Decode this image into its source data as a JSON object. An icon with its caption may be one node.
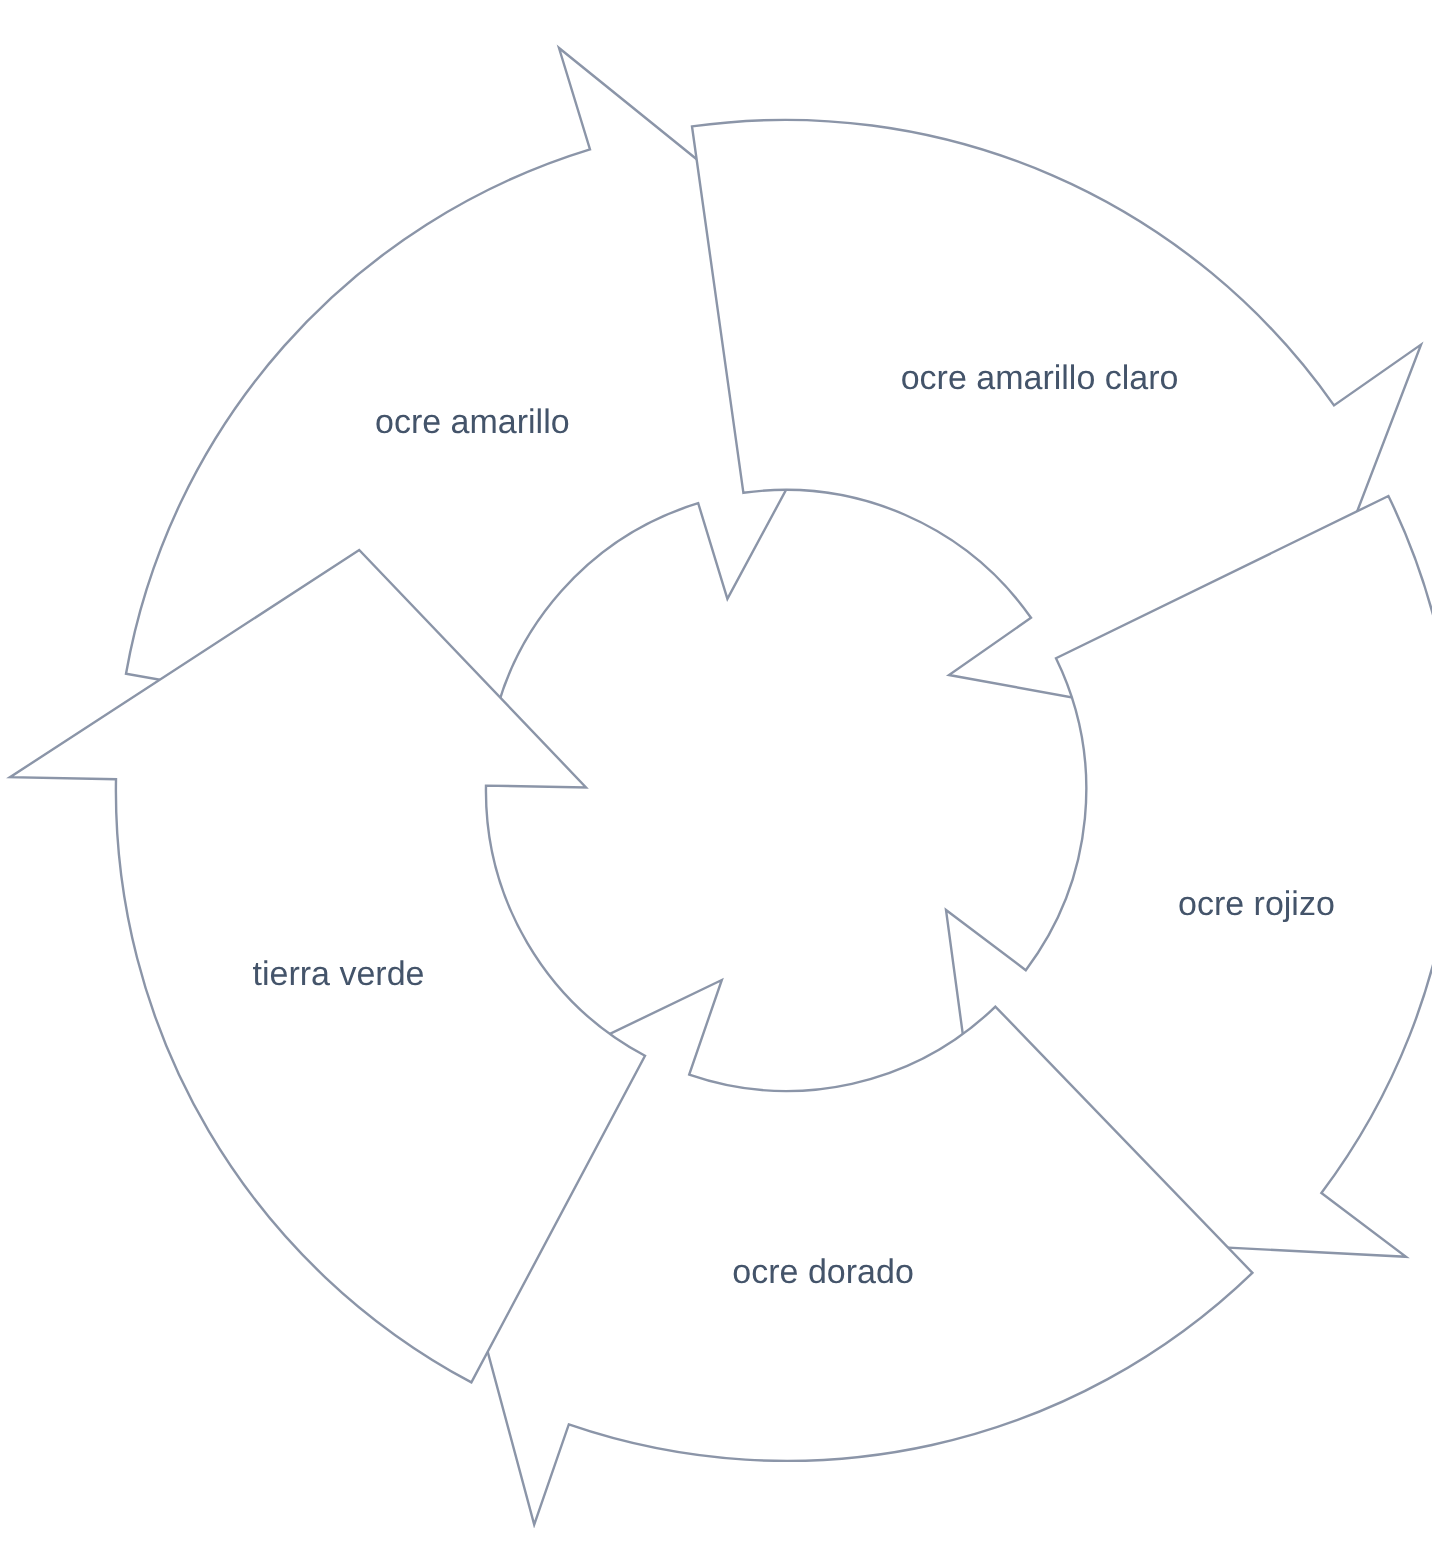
{
  "diagram": {
    "nodes": [
      {
        "text": [
          "ocre amarillo"
        ]
      },
      {
        "text": [
          "ocre amarillo claro"
        ]
      },
      {
        "text": [
          "ocre rojizo"
        ]
      },
      {
        "text": [
          "ocre dorado"
        ]
      },
      {
        "text": [
          "tierra verde"
        ]
      }
    ]
  }
}
